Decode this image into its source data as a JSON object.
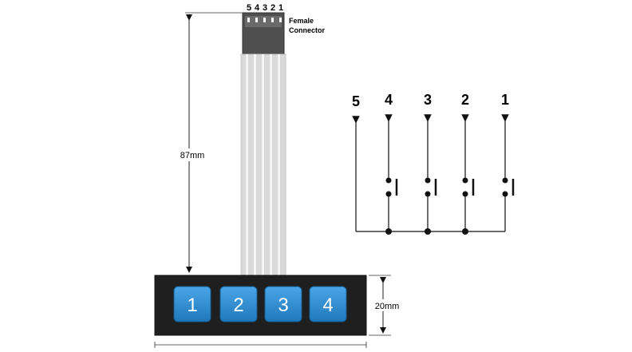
{
  "connector": {
    "pin_labels": [
      "5",
      "4",
      "3",
      "2",
      "1"
    ],
    "label_line1": "Female",
    "label_line2": "Connector"
  },
  "dimensions": {
    "cable_length": "87mm",
    "keypad_height": "20mm"
  },
  "keypad": {
    "keys": [
      "1",
      "2",
      "3",
      "4"
    ]
  },
  "schematic": {
    "terminals": [
      "5",
      "4",
      "3",
      "2",
      "1"
    ]
  },
  "colors": {
    "key_blue": "#2f8fd0",
    "keypad_body": "#1c1c1c",
    "ribbon": "#d6d6d6",
    "connector": "#555555",
    "line": "#111111"
  }
}
